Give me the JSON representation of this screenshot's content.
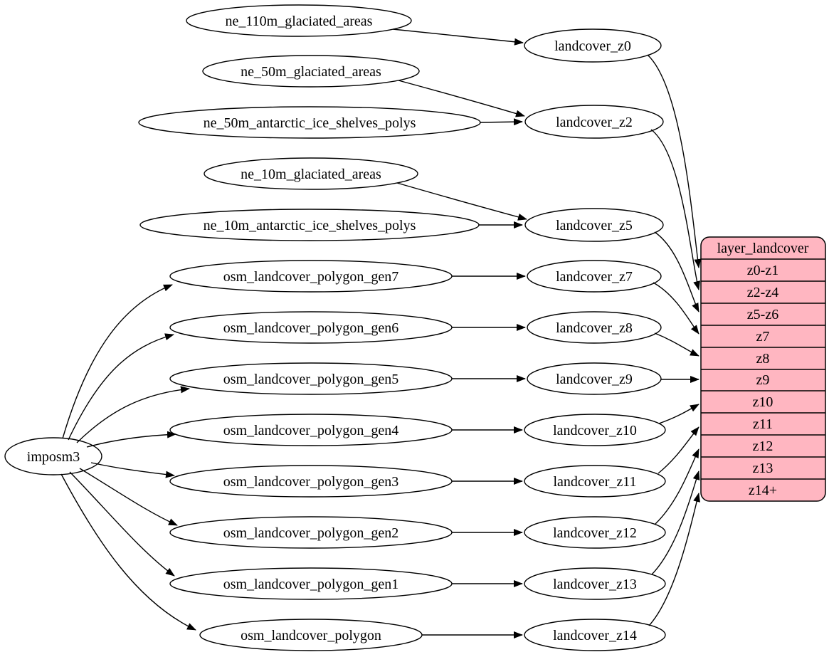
{
  "diagram": {
    "type": "directed-graph",
    "colors": {
      "background": "#ffffff",
      "node_fill": "#ffffff",
      "stroke": "#000000",
      "record_fill": "#ffb6c1"
    },
    "nodes": {
      "imposm3": "imposm3",
      "ne_110m_glaciated_areas": "ne_110m_glaciated_areas",
      "ne_50m_glaciated_areas": "ne_50m_glaciated_areas",
      "ne_50m_antarctic_ice_shelves_polys": "ne_50m_antarctic_ice_shelves_polys",
      "ne_10m_glaciated_areas": "ne_10m_glaciated_areas",
      "ne_10m_antarctic_ice_shelves_polys": "ne_10m_antarctic_ice_shelves_polys",
      "osm_landcover_polygon_gen7": "osm_landcover_polygon_gen7",
      "osm_landcover_polygon_gen6": "osm_landcover_polygon_gen6",
      "osm_landcover_polygon_gen5": "osm_landcover_polygon_gen5",
      "osm_landcover_polygon_gen4": "osm_landcover_polygon_gen4",
      "osm_landcover_polygon_gen3": "osm_landcover_polygon_gen3",
      "osm_landcover_polygon_gen2": "osm_landcover_polygon_gen2",
      "osm_landcover_polygon_gen1": "osm_landcover_polygon_gen1",
      "osm_landcover_polygon": "osm_landcover_polygon",
      "landcover_z0": "landcover_z0",
      "landcover_z2": "landcover_z2",
      "landcover_z5": "landcover_z5",
      "landcover_z7": "landcover_z7",
      "landcover_z8": "landcover_z8",
      "landcover_z9": "landcover_z9",
      "landcover_z10": "landcover_z10",
      "landcover_z11": "landcover_z11",
      "landcover_z12": "landcover_z12",
      "landcover_z13": "landcover_z13",
      "landcover_z14": "landcover_z14"
    },
    "record": {
      "title": "layer_landcover",
      "rows": [
        "z0-z1",
        "z2-z4",
        "z5-z6",
        "z7",
        "z8",
        "z9",
        "z10",
        "z11",
        "z12",
        "z13",
        "z14+"
      ]
    },
    "edges": [
      "ne_110m_glaciated_areas -> landcover_z0",
      "ne_50m_glaciated_areas -> landcover_z2",
      "ne_50m_antarctic_ice_shelves_polys -> landcover_z2",
      "ne_10m_glaciated_areas -> landcover_z5",
      "ne_10m_antarctic_ice_shelves_polys -> landcover_z5",
      "imposm3 -> osm_landcover_polygon_gen7",
      "imposm3 -> osm_landcover_polygon_gen6",
      "imposm3 -> osm_landcover_polygon_gen5",
      "imposm3 -> osm_landcover_polygon_gen4",
      "imposm3 -> osm_landcover_polygon_gen3",
      "imposm3 -> osm_landcover_polygon_gen2",
      "imposm3 -> osm_landcover_polygon_gen1",
      "imposm3 -> osm_landcover_polygon",
      "osm_landcover_polygon_gen7 -> landcover_z7",
      "osm_landcover_polygon_gen6 -> landcover_z8",
      "osm_landcover_polygon_gen5 -> landcover_z9",
      "osm_landcover_polygon_gen4 -> landcover_z10",
      "osm_landcover_polygon_gen3 -> landcover_z11",
      "osm_landcover_polygon_gen2 -> landcover_z12",
      "osm_landcover_polygon_gen1 -> landcover_z13",
      "osm_landcover_polygon -> landcover_z14",
      "landcover_z0 -> layer_landcover:z0-z1",
      "landcover_z2 -> layer_landcover:z2-z4",
      "landcover_z5 -> layer_landcover:z5-z6",
      "landcover_z7 -> layer_landcover:z7",
      "landcover_z8 -> layer_landcover:z8",
      "landcover_z9 -> layer_landcover:z9",
      "landcover_z10 -> layer_landcover:z10",
      "landcover_z11 -> layer_landcover:z11",
      "landcover_z12 -> layer_landcover:z12",
      "landcover_z13 -> layer_landcover:z13",
      "landcover_z14 -> layer_landcover:z14+"
    ]
  }
}
